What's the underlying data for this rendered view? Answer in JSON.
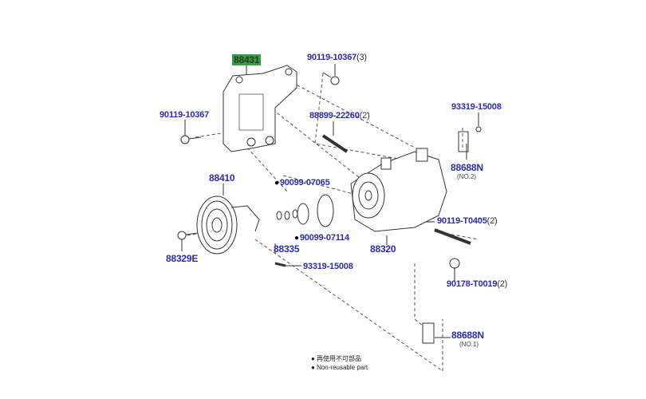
{
  "parts": {
    "bracket": {
      "number": "88431"
    },
    "bolt_top": {
      "number": "90119-10367",
      "qty": "(3)"
    },
    "bolt_left": {
      "number": "90119-10367"
    },
    "stud": {
      "number": "88899-22260",
      "qty": "(2)"
    },
    "screw_right": {
      "number": "93319-15008"
    },
    "clip_no2": {
      "number": "88688N",
      "note": "(NO.2)"
    },
    "clutch": {
      "number": "88410"
    },
    "oring_1": {
      "number": "90099-07065"
    },
    "bolt_right": {
      "number": "90119-T0405",
      "qty": "(2)"
    },
    "oring_2": {
      "number": "90099-07114"
    },
    "shim": {
      "number": "88335"
    },
    "compressor": {
      "number": "88320"
    },
    "bolt_clutch": {
      "number": "88329E"
    },
    "screw_bottom": {
      "number": "93319-15008"
    },
    "collar": {
      "number": "90178-T0019",
      "qty": "(2)"
    },
    "clip_no1": {
      "number": "88688N",
      "note": "(NO.1)"
    }
  },
  "legend": {
    "line_jp": "再使用不可部品",
    "line_en": "Non-reusable part"
  },
  "colors": {
    "label": "#2b2bb0",
    "highlight": "#3d9a45"
  }
}
